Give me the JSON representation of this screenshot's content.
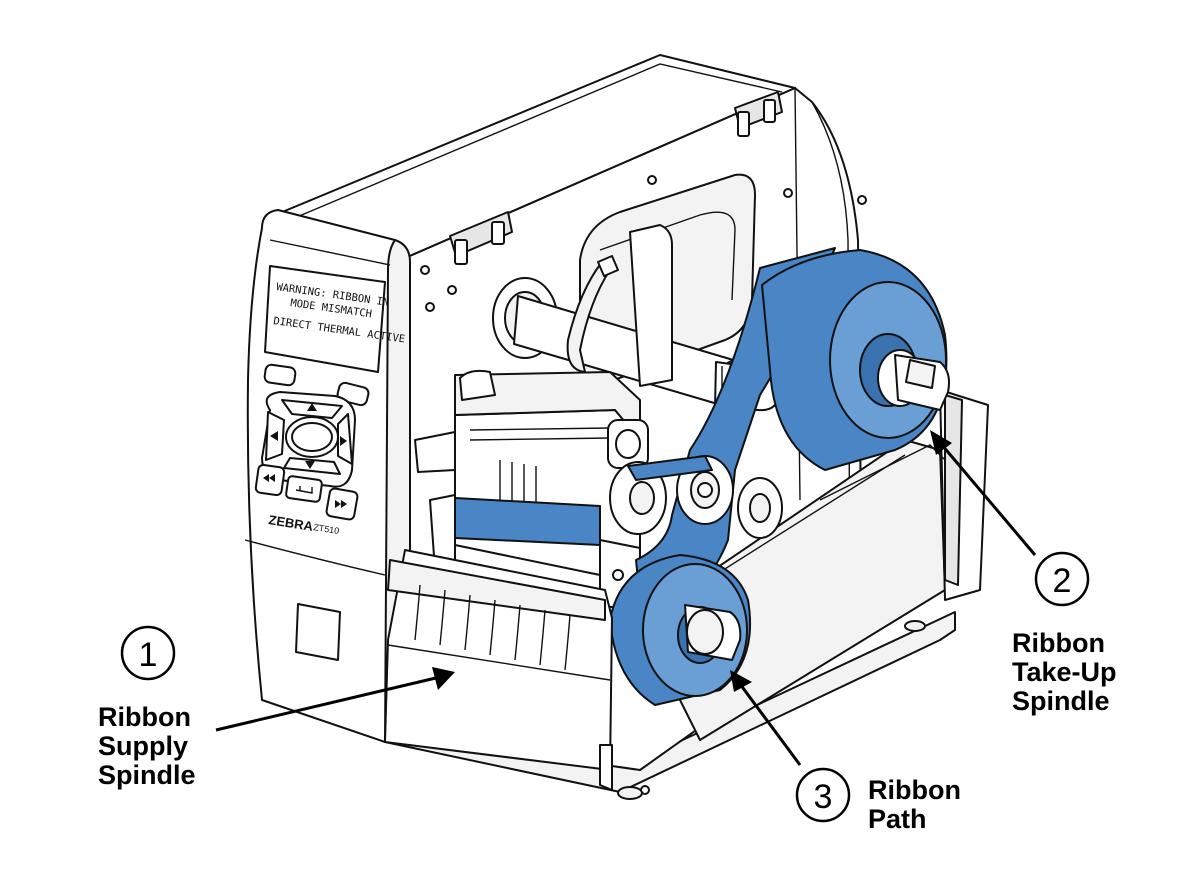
{
  "display": {
    "line1": "WARNING: RIBBON IN",
    "line2": "MODE MISMATCH",
    "line3": "DIRECT THERMAL ACTIVE",
    "line4": ""
  },
  "branding": {
    "brand": "ZEBRA",
    "model": "ZT510"
  },
  "callouts": [
    {
      "number": "1",
      "label_lines": [
        "Ribbon",
        "Supply",
        "Spindle"
      ]
    },
    {
      "number": "2",
      "label_lines": [
        "Ribbon",
        "Take-Up",
        "Spindle"
      ]
    },
    {
      "number": "3",
      "label_lines": [
        "Ribbon",
        "Path"
      ]
    }
  ],
  "colors": {
    "ribbon": "#4a86c5",
    "line": "#111111",
    "background": "#ffffff"
  },
  "icons": {
    "up": "arrow-up-icon",
    "down": "arrow-down-icon",
    "left": "arrow-left-icon",
    "right": "arrow-right-icon",
    "rewind": "rewind-icon",
    "pause": "pause-icon",
    "forward": "fast-forward-icon"
  }
}
